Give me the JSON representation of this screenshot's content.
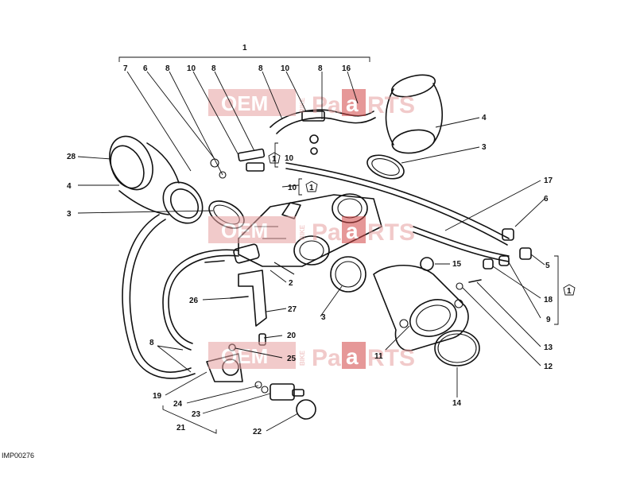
{
  "diagram_code": "IMP00276",
  "watermark": {
    "oem": "OEM",
    "bike": "BIKE",
    "pa": "Pa",
    "a": "a",
    "rts": "RTS"
  },
  "callouts": {
    "c1": "1",
    "c7": "7",
    "c6a": "6",
    "c8a": "8",
    "c10a": "10",
    "c8b": "8",
    "c8c": "8",
    "c10b": "10",
    "c8d": "8",
    "c16": "16",
    "c28": "28",
    "c4a": "4",
    "c3a": "3",
    "c10c": "10",
    "c10d": "10",
    "c4b": "4",
    "c3b": "3",
    "c17": "17",
    "c6b": "6",
    "c5": "5",
    "c18": "18",
    "c9": "9",
    "c15": "15",
    "c2": "2",
    "c26": "26",
    "c27": "27",
    "c3c": "3",
    "c20": "20",
    "c25": "25",
    "c8e": "8",
    "c19": "19",
    "c24": "24",
    "c23": "23",
    "c21": "21",
    "c22": "22",
    "c11": "11",
    "c13": "13",
    "c12": "12",
    "c14": "14"
  },
  "ref_symbols": {
    "r1": "1",
    "r2": "1",
    "r3": "1"
  },
  "colors": {
    "line": "#111111",
    "watermark_box": "#e6a0a0",
    "watermark_accent": "#d24545"
  }
}
